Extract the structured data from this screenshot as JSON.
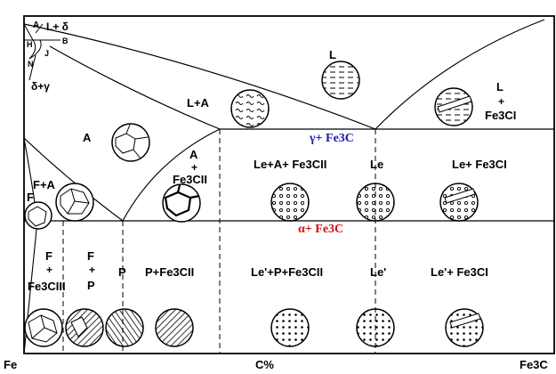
{
  "labels": {
    "A": "A",
    "L_delta": "L+ δ",
    "H": "H",
    "B": "B",
    "N": "N",
    "J": "J",
    "delta_gamma": "δ+γ",
    "L": "L",
    "L_A": "L+A",
    "L_Fe3CI_L": "L",
    "L_Fe3CI_plus": "+",
    "L_Fe3CI_F": "Fe3CI",
    "A_region": "A",
    "A_Fe3CII_A": "A",
    "A_Fe3CII_plus": "+",
    "A_Fe3CII_F": "Fe3CII",
    "Le_A_Fe3CII": "Le+A+ Fe3CII",
    "Le": "Le",
    "Le_Fe3CI": "Le+ Fe3CI",
    "F_A": "F+A",
    "F": "F",
    "gamma_Fe3C": "γ+ Fe3C",
    "alpha_Fe3C": "α+ Fe3C",
    "F_Fe3CIII_F": "F",
    "F_Fe3CIII_plus": "+",
    "F_Fe3CIII_C": "Fe3CIII",
    "F_P_F": "F",
    "F_P_plus": "+",
    "F_P_P": "P",
    "P": "P",
    "P_Fe3CII": "P+Fe3CII",
    "Lep_P_Fe3CII": "Le'+P+Fe3CII",
    "Lep": "Le'",
    "Lep_Fe3CI": "Le'+ Fe3CI"
  },
  "axis": {
    "left": "Fe",
    "center": "C%",
    "right": "Fe3C"
  },
  "colors": {
    "gamma_label": "#1c1cb0",
    "alpha_label": "#d01010",
    "line": "#000000"
  }
}
